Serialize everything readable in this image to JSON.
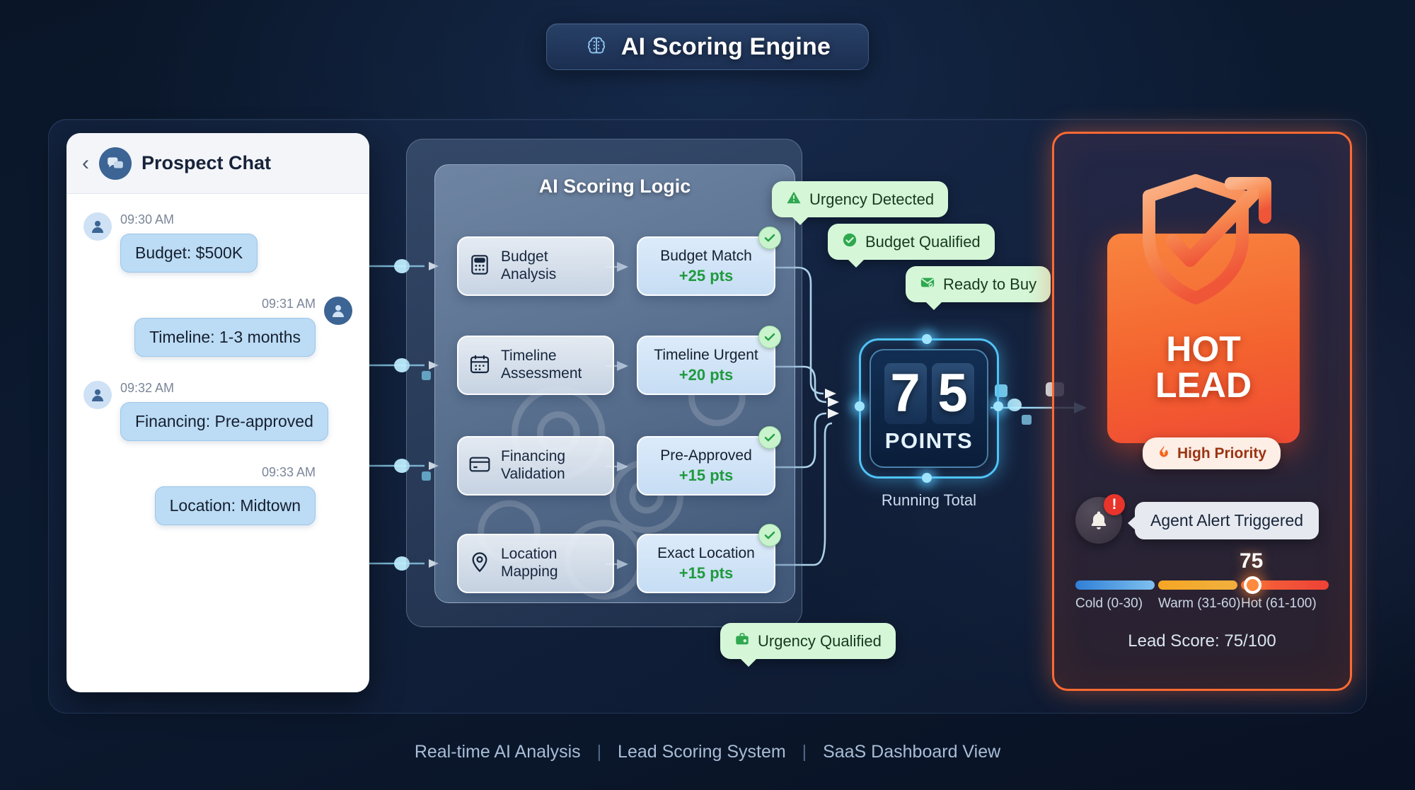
{
  "header": {
    "title": "AI Scoring Engine",
    "icon": "brain-icon"
  },
  "chat": {
    "back_icon": "chevron-left-icon",
    "avatar_icon": "chat-bubbles-icon",
    "title": "Prospect Chat",
    "messages": [
      {
        "time": "09:30 AM",
        "text": "Budget: $500K",
        "side": "left"
      },
      {
        "time": "09:31 AM",
        "text": "Timeline: 1-3 months",
        "side": "right"
      },
      {
        "time": "09:32 AM",
        "text": "Financing: Pre-approved",
        "side": "left"
      },
      {
        "time": "09:33 AM",
        "text": "Location: Midtown",
        "side": "right"
      }
    ]
  },
  "logic": {
    "title": "AI Scoring Logic",
    "nodes": [
      {
        "icon": "calculator-icon",
        "label": "Budget\nAnalysis"
      },
      {
        "icon": "calendar-icon",
        "label": "Timeline\nAssessment"
      },
      {
        "icon": "credit-card-icon",
        "label": "Financing\nValidation"
      },
      {
        "icon": "location-pin-icon",
        "label": "Location\nMapping"
      }
    ],
    "scores": [
      {
        "label": "Budget Match",
        "points": "+25 pts",
        "check": "check-icon"
      },
      {
        "label": "Timeline Urgent",
        "points": "+20 pts",
        "check": "check-icon"
      },
      {
        "label": "Pre-Approved",
        "points": "+15 pts",
        "check": "check-icon"
      },
      {
        "label": "Exact Location",
        "points": "+15 pts",
        "check": "check-icon"
      }
    ]
  },
  "toasts": [
    {
      "icon": "warning-triangle-icon",
      "label": "Urgency Detected"
    },
    {
      "icon": "check-circle-icon",
      "label": "Budget Qualified"
    },
    {
      "icon": "mail-check-icon",
      "label": "Ready to Buy"
    },
    {
      "icon": "briefcase-check-icon",
      "label": "Urgency Qualified"
    }
  ],
  "total": {
    "digit1": "7",
    "digit2": "5",
    "unit": "POINTS",
    "caption": "Running Total"
  },
  "hot_lead": {
    "badge_icon": "shield-check-arrow-icon",
    "title_line1": "HOT",
    "title_line2": "LEAD",
    "priority_icon": "fire-icon",
    "priority_label": "High Priority",
    "bell_icon": "bell-icon",
    "bell_badge": "!",
    "alert_label": "Agent Alert Triggered",
    "meter": {
      "value": "75",
      "segments": [
        {
          "label": "Cold (0-30)",
          "color": "#2f7fd6"
        },
        {
          "label": "Warm (31-60)",
          "color": "#f5a623"
        },
        {
          "label": "Hot (61-100)",
          "color": "#ef4136"
        }
      ],
      "lead_score": "Lead Score: 75/100"
    }
  },
  "footer": {
    "item1": "Real-time AI Analysis",
    "item2": "Lead Scoring System",
    "item3": "SaaS Dashboard View"
  },
  "chart_data": {
    "type": "bar",
    "title": "Lead Score Breakdown",
    "categories": [
      "Budget Match",
      "Timeline Urgent",
      "Pre-Approved",
      "Exact Location"
    ],
    "values": [
      25,
      20,
      15,
      15
    ],
    "total": 75,
    "ylabel": "Points",
    "ylim": [
      0,
      100
    ]
  }
}
